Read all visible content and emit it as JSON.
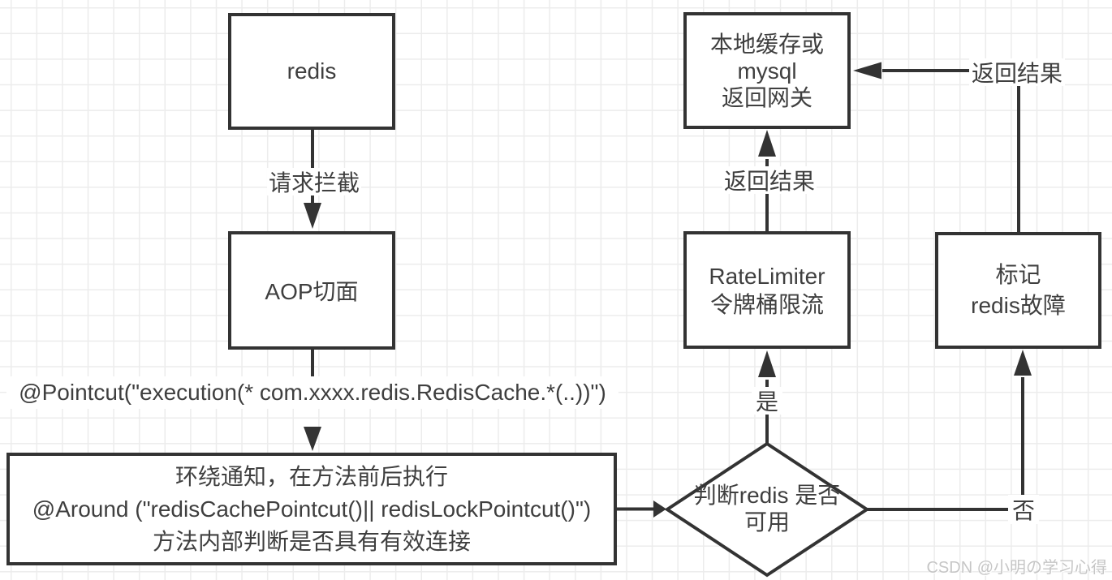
{
  "diagram": {
    "title_hint": "redis fault handling flowchart",
    "colors": {
      "stroke": "#333333",
      "text": "#3f3f3f",
      "grid_line": "#ececec",
      "background": "#ffffff",
      "watermark": "#c6c6c6"
    },
    "nodes": {
      "redis": {
        "label": "redis"
      },
      "aop": {
        "label": "AOP切面"
      },
      "around": {
        "lines": [
          "环绕通知，在方法前后执行",
          "@Around (\"redisCachePointcut()|| redisLockPointcut()\")",
          "方法内部判断是否具有有效连接"
        ]
      },
      "rate_limiter": {
        "lines": [
          "RateLimiter",
          "令牌桶限流"
        ]
      },
      "local_cache": {
        "lines": [
          "本地缓存或",
          "mysql",
          "返回网关"
        ]
      },
      "mark_fault": {
        "lines": [
          "标记",
          "redis故障"
        ]
      },
      "decision": {
        "lines": [
          "判断redis",
          "是否可用"
        ]
      }
    },
    "edge_labels": {
      "request_intercept": "请求拦截",
      "pointcut": "@Pointcut(\"execution(* com.xxxx.redis.RedisCache.*(..))\")",
      "yes": "是",
      "no": "否",
      "return_result_mid": "返回结果",
      "return_result_right": "返回结果"
    },
    "watermark": "CSDN @小明の学习心得"
  }
}
